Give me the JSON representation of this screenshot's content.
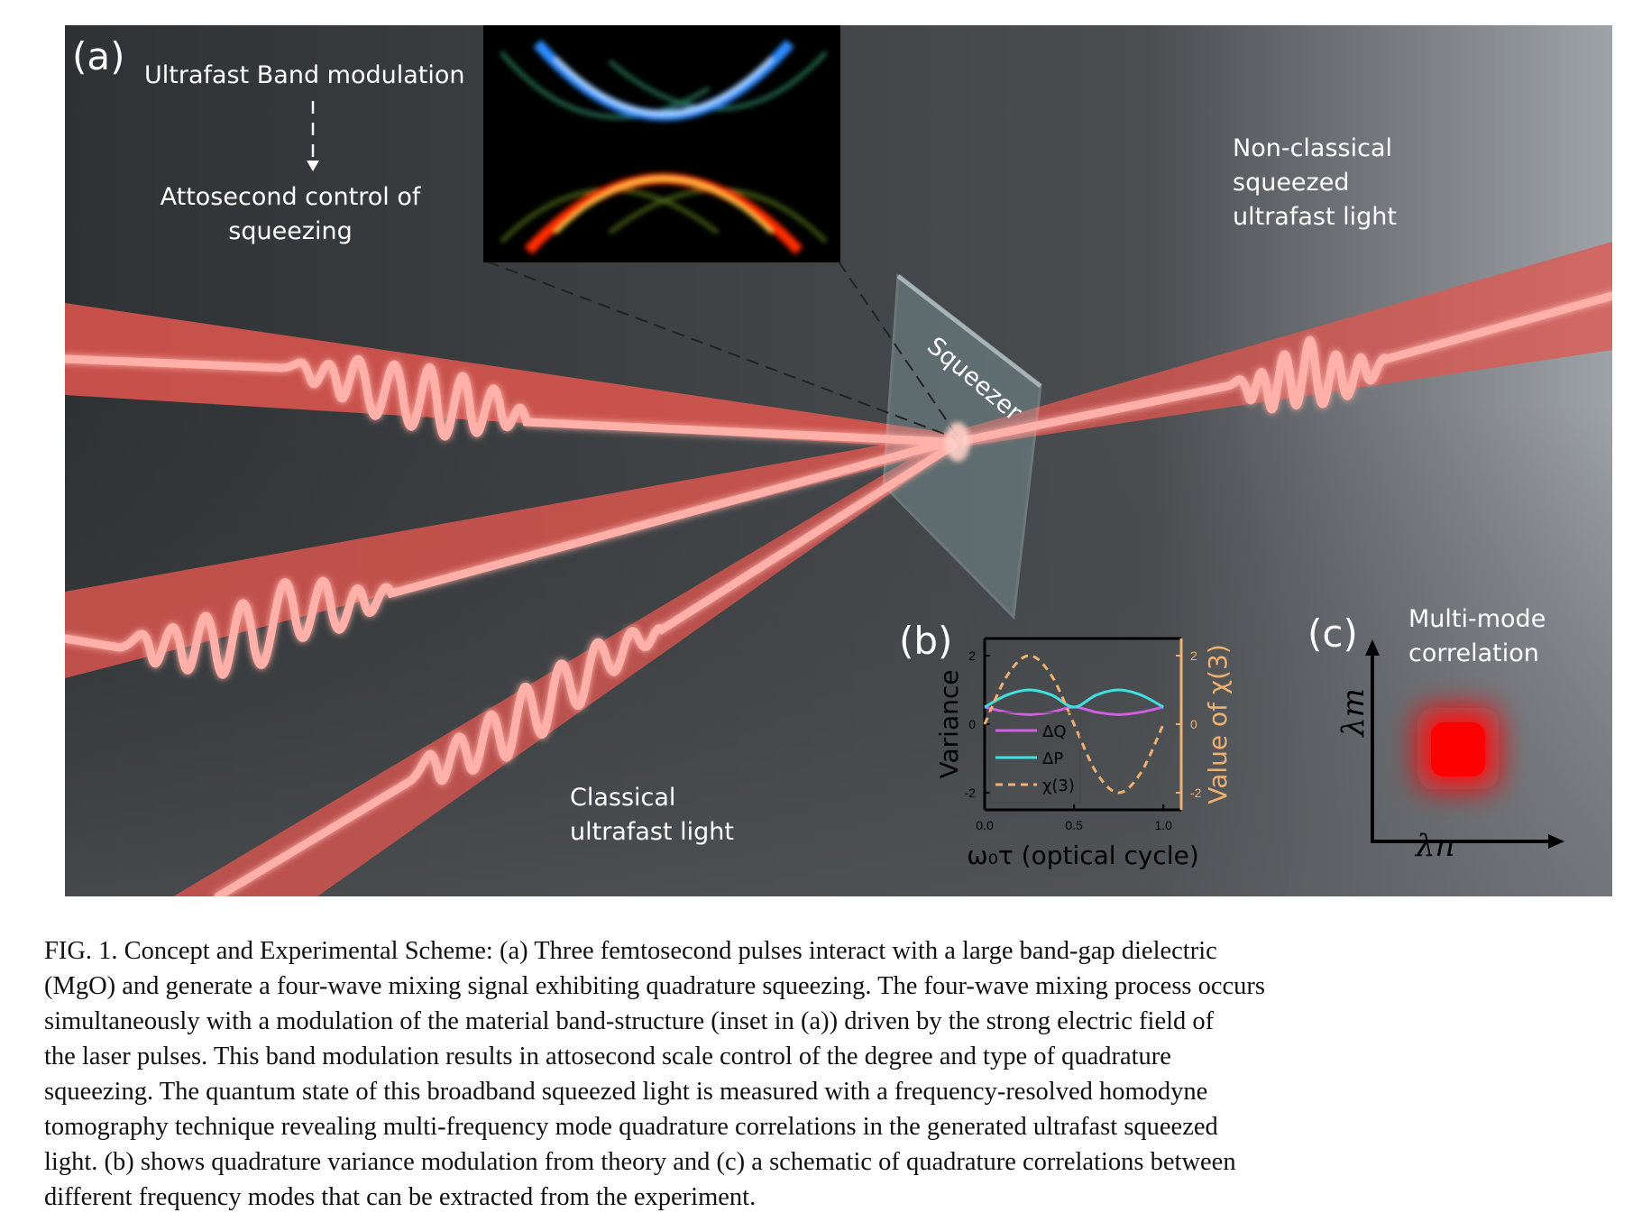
{
  "panel_a": {
    "label": "(a)",
    "band_modulation": "Ultrafast Band modulation",
    "attosecond_line1": "Attosecond control of",
    "attosecond_line2": "squeezing",
    "squeezer": "Squeezer",
    "nonclassical_line1": "Non-classical",
    "nonclassical_line2": "squeezed",
    "nonclassical_line3": "ultrafast light",
    "classical_line1": "Classical",
    "classical_line2": "ultrafast light"
  },
  "panel_b": {
    "label": "(b)",
    "chart_data": {
      "type": "line",
      "xlabel": "ω₀τ (optical cycle)",
      "ylabel": "Variance",
      "ylabel_right": "Value of χ(3)",
      "xlim": [
        0,
        1.1
      ],
      "ylim": [
        -2.5,
        2.5
      ],
      "ylim_right": [
        -2.5,
        2.5
      ],
      "x_ticks": [
        "0.0",
        "0.5",
        "1.0"
      ],
      "y_ticks": [
        "2",
        "0",
        "-2"
      ],
      "y_ticks_right": [
        "2",
        "0",
        "-2"
      ],
      "legend_placement": "bottom-left",
      "x": [
        0.0,
        0.125,
        0.25,
        0.375,
        0.5,
        0.625,
        0.75,
        0.875,
        1.0
      ],
      "series": [
        {
          "name": "ΔQ",
          "color": "#d060e0",
          "values": [
            0.5,
            0.35,
            0.28,
            0.35,
            0.5,
            0.35,
            0.28,
            0.35,
            0.5
          ]
        },
        {
          "name": "ΔP",
          "color": "#40e0e0",
          "values": [
            0.5,
            0.85,
            1.0,
            0.85,
            0.5,
            0.85,
            1.0,
            0.85,
            0.5
          ]
        },
        {
          "name": "χ(3)",
          "color": "#f0b070",
          "dashed": true,
          "axis": "right",
          "values": [
            0.0,
            1.41,
            2.0,
            1.41,
            0.0,
            -1.41,
            -2.0,
            -1.41,
            0.0
          ]
        }
      ]
    }
  },
  "panel_c": {
    "label": "(c)",
    "title_line1": "Multi-mode",
    "title_line2": "correlation",
    "y_axis": "λm",
    "x_axis": "λn"
  },
  "caption": {
    "line1": "FIG. 1. Concept and Experimental Scheme: (a) Three femtosecond pulses interact with a large band-gap dielectric",
    "line2": "(MgO) and generate a four-wave mixing signal exhibiting quadrature squeezing. The four-wave mixing process occurs",
    "line3": "simultaneously with a modulation of the material band-structure (inset in (a)) driven by the strong electric field of",
    "line4": "the laser pulses. This band modulation results in attosecond scale control of the degree and type of quadrature",
    "line5": "squeezing. The quantum state of this broadband squeezed light is measured with a frequency-resolved homodyne",
    "line6": "tomography technique revealing multi-frequency mode quadrature correlations in the generated ultrafast squeezed",
    "line7": "light. (b) shows quadrature variance modulation from theory and (c) a schematic of quadrature correlations between",
    "line8": "different frequency modes that can be extracted from the experiment."
  }
}
